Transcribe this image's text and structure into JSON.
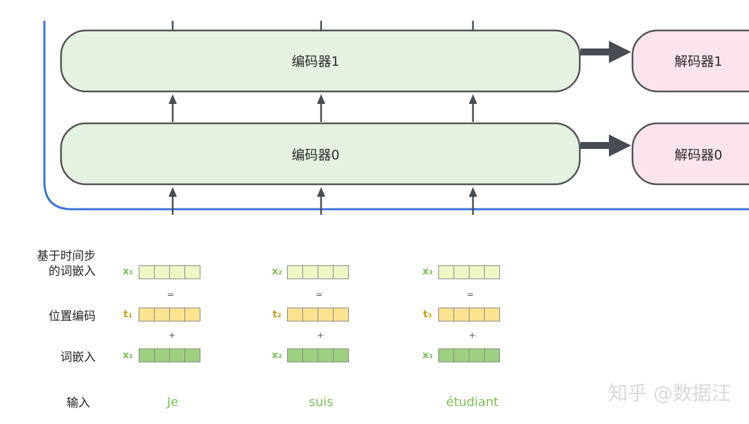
{
  "encoders": [
    {
      "label": "编码器1"
    },
    {
      "label": "编码器0"
    }
  ],
  "decoders": [
    {
      "label": "解码器1"
    },
    {
      "label": "解码器0"
    }
  ],
  "rows": {
    "timestep_embedding": "基于时间步\n的词嵌入",
    "positional_encoding": "位置编码",
    "word_embedding": "词嵌入",
    "input": "输入"
  },
  "operators": {
    "equals": "=",
    "plus": "+"
  },
  "columns": [
    {
      "x_label": "x₁",
      "t_label": "t₁",
      "word": "Je"
    },
    {
      "x_label": "x₂",
      "t_label": "t₂",
      "word": "suis"
    },
    {
      "x_label": "x₃",
      "t_label": "t₃",
      "word": "étudiant"
    }
  ],
  "colors": {
    "encoder_fill": "#e5f2e2",
    "decoder_fill": "#fce4ef",
    "box_stroke": "#545454",
    "container_stroke": "#3a72d8",
    "arrow": "#474d52",
    "timestep_cell": "#eef7c4",
    "position_cell": "#fbe38f",
    "embedding_cell": "#9dd181",
    "x_label": "#7cbf56",
    "t_label": "#c8a01a",
    "word": "#7cbf56"
  },
  "watermark": "知乎 @数据汪"
}
